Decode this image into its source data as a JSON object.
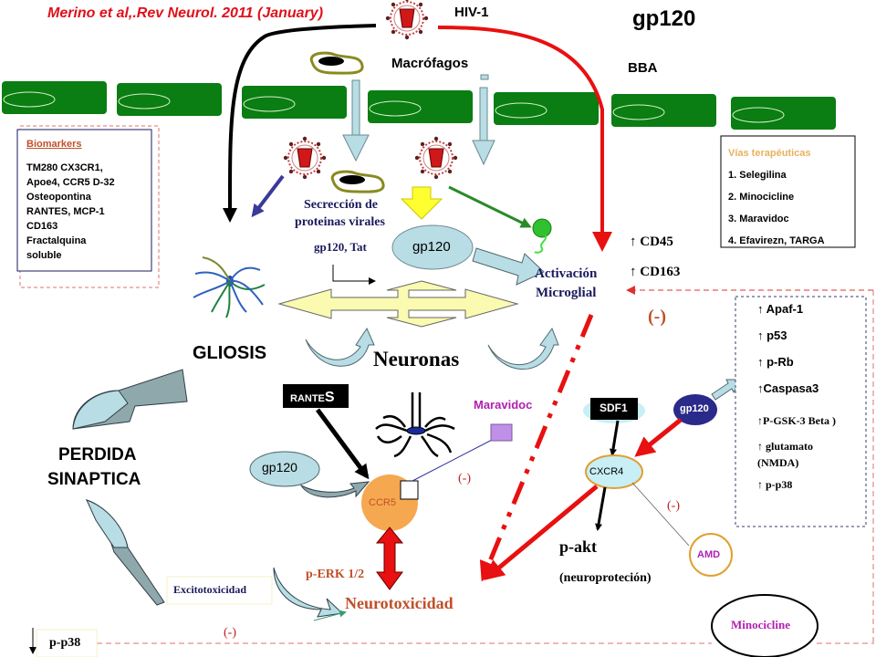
{
  "citation": "Merino et al,.Rev Neurol. 2011 (January)",
  "labels": {
    "hiv": "HIV-1",
    "gp120_title": "gp120",
    "macrofagos": "Macrófagos",
    "bba": "BBA",
    "secrecion_line1": "Secrección de",
    "secrecion_line2": "proteinas virales",
    "gp120_tat": "gp120, Tat",
    "gp120_center": "gp120",
    "activacion_line1": "Activación",
    "activacion_line2": "Microglial",
    "cd45": "↑  CD45",
    "cd163": "↑ CD163",
    "inhibit_top": "(-)",
    "gliosis": "GLIOSIS",
    "neuronas": "Neuronas",
    "perdida_line1": "PERDIDA",
    "perdida_line2": "SINAPTICA",
    "rantes_prefix": "RANTE",
    "rantes_suffix": "S",
    "maravidoc": "Maravidoc",
    "gp120_left": "gp120",
    "ccr5": "CCR5",
    "inhibit_ccr5": "(-)",
    "sdf1": "SDF1",
    "gp120_right": "gp120",
    "cxcr4": "CXCR4",
    "inhibit_amd": "(-)",
    "amd": "AMD",
    "pakt": "p-akt",
    "neuroproteccion": "(neuroproteción)",
    "perk": "p-ERK 1/2",
    "excitotoxicidad": "Excitotoxicidad",
    "neurotoxicidad": "Neurotoxicidad",
    "pp38_bottom": "p-p38",
    "inhibit_bottom": "(-)",
    "minocicline": "Minocicline"
  },
  "biomarkers": {
    "title": "Biomarkers",
    "items": [
      "TM280 CX3CR1,",
      "Apoe4, CCR5 D-32",
      "Osteopontina",
      "RANTES, MCP-1",
      "CD163",
      "Fractalquina",
      "soluble"
    ]
  },
  "therapies": {
    "title": "Vías terapéuticas",
    "items": [
      "1. Selegilina",
      "2. Minocicline",
      "3. Maravidoc",
      "4. Efavirezn, TARGA"
    ]
  },
  "apoptosis_markers": {
    "items_sans": [
      "↑ Apaf-1",
      "↑ p53",
      "↑ p-Rb",
      "↑Caspasa3"
    ],
    "items_serif": [
      "↑P-GSK-3 Beta )",
      "↑ glutamato",
      "(NMDA)",
      "↑ p-p38"
    ]
  },
  "colors": {
    "citation_red": "#e0101a",
    "bba_green": "#0a7d13",
    "red_arrow": "#e81010",
    "navy_text": "#1a1a5e",
    "brown_text": "#c0502a",
    "orange_title": "#e8b060",
    "purple_text": "#b020b0",
    "light_blue": "#b8dde4",
    "yellow_arrow": "#fafab0",
    "ccr5_orange": "#f5a850",
    "gp120_dark": "#2a2a8a"
  }
}
